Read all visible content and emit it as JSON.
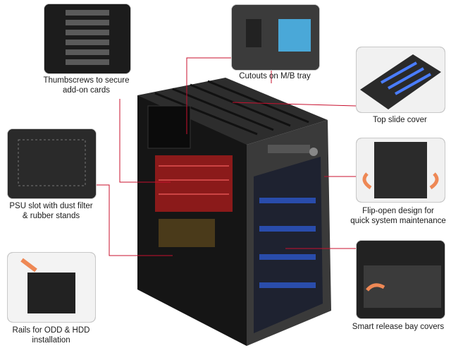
{
  "callouts": {
    "thumbscrews": {
      "line1": "Thumbscrews to secure",
      "line2": "add-on cards"
    },
    "cutouts": {
      "line1": "Cutouts on M/B tray"
    },
    "top_slide": {
      "line1": "Top slide cover"
    },
    "psu": {
      "line1": "PSU slot with dust filter",
      "line2": "& rubber stands"
    },
    "flip_open": {
      "line1": "Flip-open design for",
      "line2": "quick system maintenance"
    },
    "rails": {
      "line1": "Rails for ODD & HDD",
      "line2": "installation"
    },
    "smart_release": {
      "line1": "Smart release bay covers"
    }
  },
  "colors": {
    "leader": "#c8102e",
    "fan_glow": "#4a7dff"
  }
}
